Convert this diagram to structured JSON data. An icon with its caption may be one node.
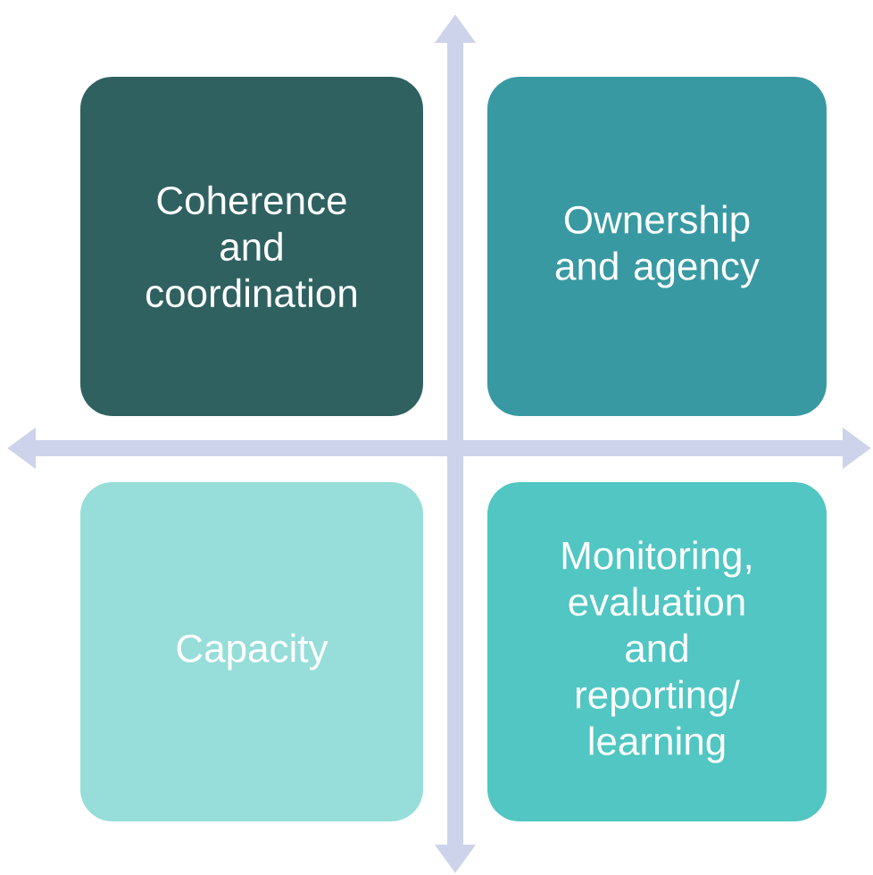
{
  "diagram": {
    "nodes": [
      {
        "text": [
          "Coherence and coordination"
        ]
      },
      {
        "text": [
          "Ownership and agency"
        ]
      },
      {
        "text": [
          "Capacity"
        ]
      },
      {
        "text": [
          "Monitoring, evaluation and reporting/ learning"
        ]
      }
    ]
  }
}
